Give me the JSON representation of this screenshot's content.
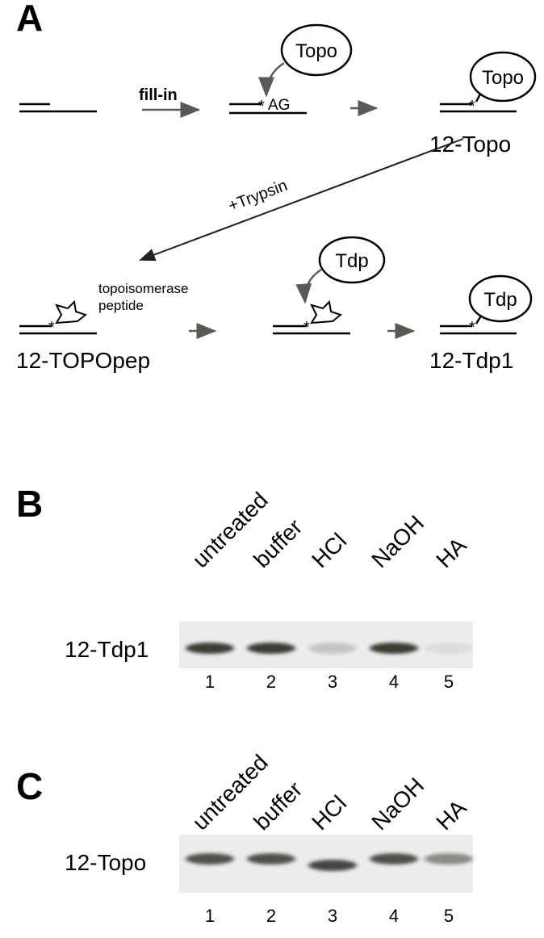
{
  "panels": {
    "a": "A",
    "b": "B",
    "c": "C"
  },
  "scheme": {
    "fill_in": "fill-in",
    "topo": "Topo",
    "ag": "AG",
    "twelve_topo": "12-Topo",
    "trypsin": "+Trypsin",
    "topo_peptide_line1": "topoisomerase",
    "topo_peptide_line2": "peptide",
    "twelve_topopep": "12-TOPOpep",
    "tdp": "Tdp",
    "twelve_tdp1": "12-Tdp1",
    "star": "*"
  },
  "gel_b": {
    "row_label": "12-Tdp1",
    "columns": [
      "untreated",
      "buffer",
      "HCl",
      "NaOH",
      "HA"
    ],
    "lanes": [
      "1",
      "2",
      "3",
      "4",
      "5"
    ],
    "band_intensity": [
      0.9,
      0.9,
      0.2,
      0.9,
      0.08
    ]
  },
  "gel_c": {
    "row_label": "12-Topo",
    "columns": [
      "untreated",
      "buffer",
      "HCl",
      "NaOH",
      "HA"
    ],
    "lanes": [
      "1",
      "2",
      "3",
      "4",
      "5"
    ],
    "band_intensity": [
      0.8,
      0.8,
      0.85,
      0.8,
      0.5
    ]
  },
  "colors": {
    "arrow": "#5a5a52",
    "gel_bg": "#ececec",
    "band": "#2a2a22"
  }
}
